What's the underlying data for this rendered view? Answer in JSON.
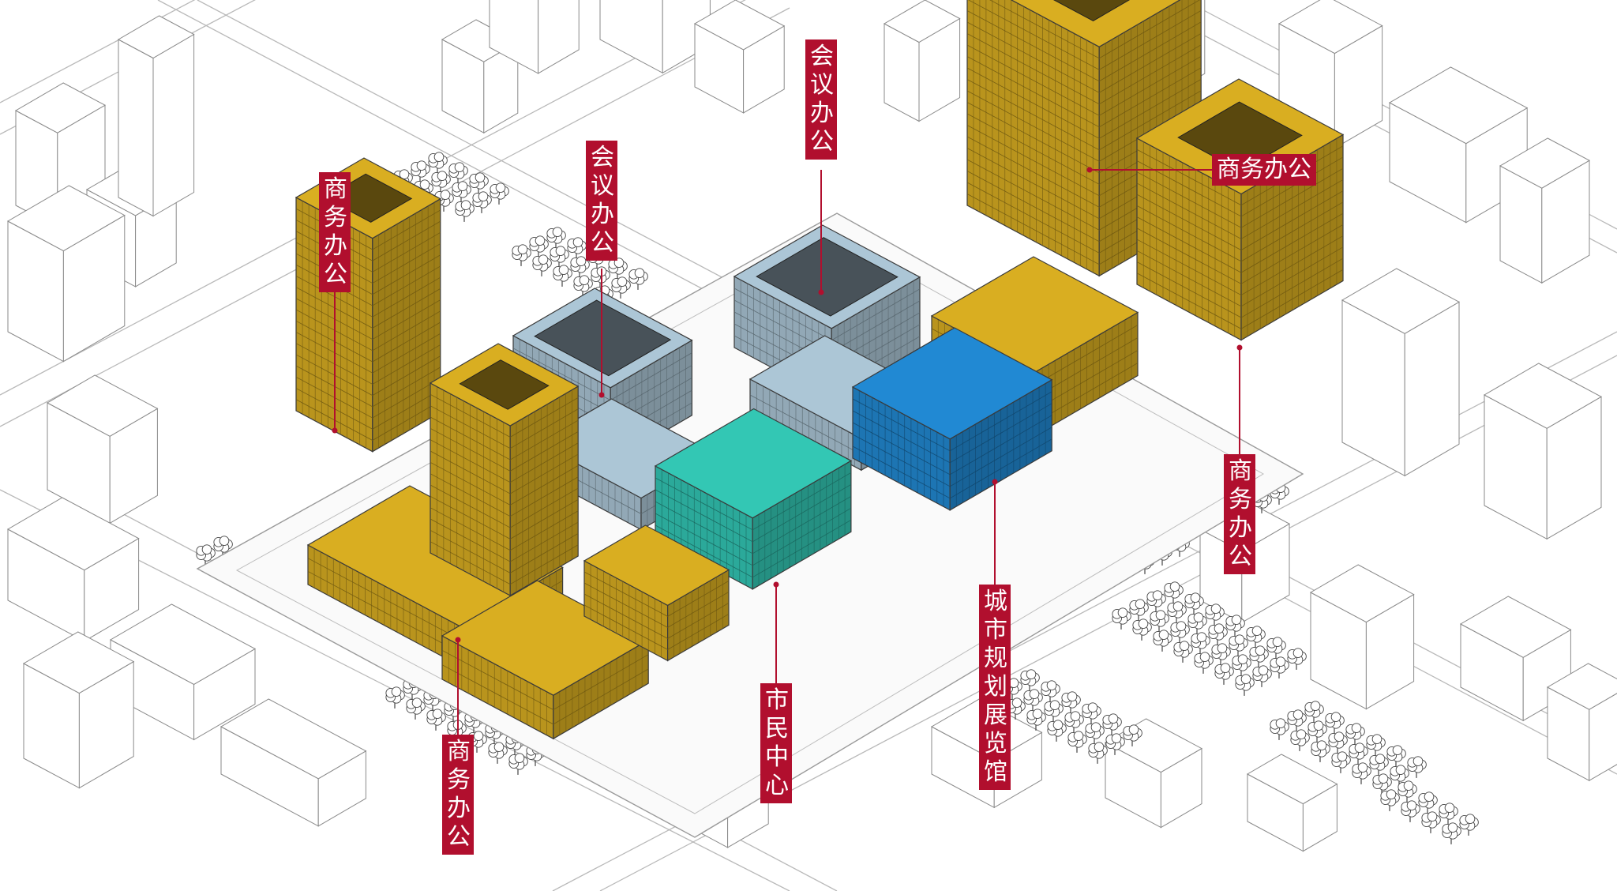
{
  "labels": {
    "office_left": "商\n务\n办\n公",
    "office_bottom_left": "商\n务\n办\n公",
    "office_top_right": "商务办公",
    "office_right": "商\n务\n办\n公",
    "conference_left": "会\n议\n办\n公",
    "conference_top": "会\n议\n办\n公",
    "civic_center": "市\n民\n中\n心",
    "planning_exhibition": "城\n市\n规\n划\n展\n览\n馆"
  },
  "colors": {
    "office": "#c9a11f",
    "conference": "#9fb7c6",
    "civic_center": "#2fb8a7",
    "planning_exhibition": "#1f7fc3",
    "label_background": "#b10f2e",
    "context_lines": "#b9b9b9"
  }
}
